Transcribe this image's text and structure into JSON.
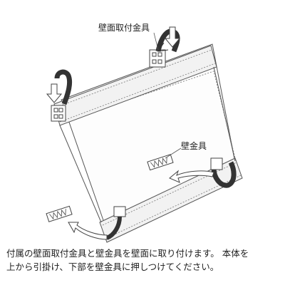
{
  "labels": {
    "top_bracket": "壁面取付金具",
    "wall_bracket": "壁金具"
  },
  "caption": {
    "line1": "付属の壁面取付金具と壁金具を壁面に取り付けます。 本体を",
    "line2": "上から引掛け、下部を壁金具に押しつけてください。"
  },
  "colors": {
    "line": "#555555",
    "strap": "#3a3a3a",
    "arrow_fill": "#ffffff"
  }
}
